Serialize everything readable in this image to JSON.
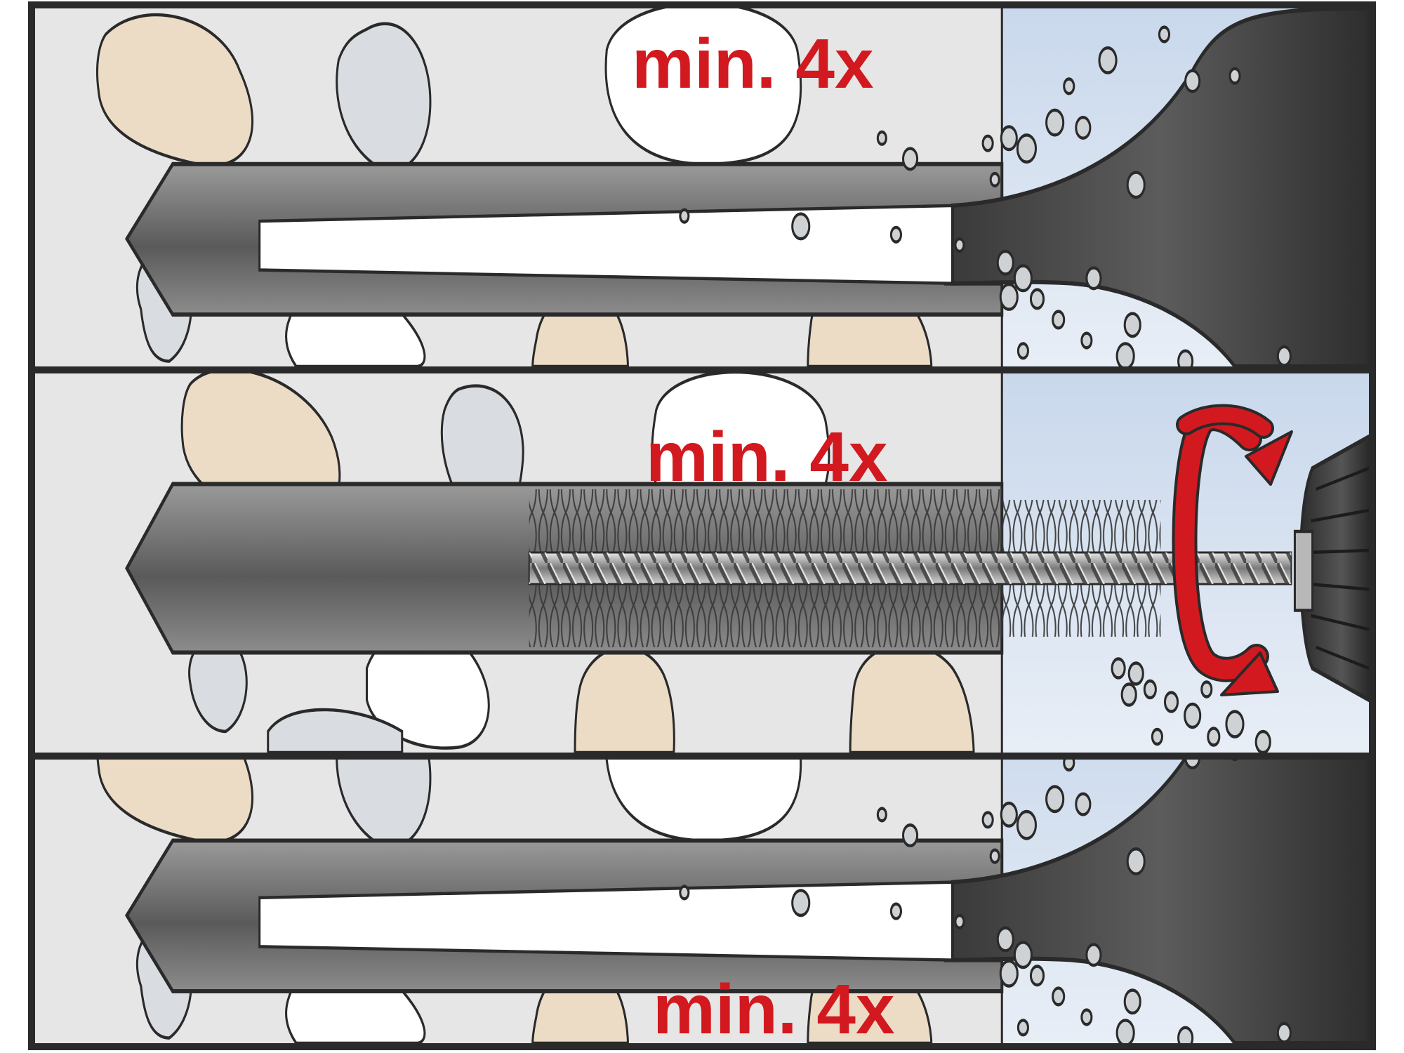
{
  "figure": {
    "panels": [
      {
        "id": "blow-out-1",
        "step": "air blow-out with hand pump",
        "label": "min. 4x"
      },
      {
        "id": "brush-out",
        "step": "brushing with rotating wire brush",
        "label": "min. 4x"
      },
      {
        "id": "blow-out-2",
        "step": "air blow-out with hand pump",
        "label": "min. 4x"
      }
    ]
  },
  "colors": {
    "frame": "#2a2a2a",
    "concrete": "#e6e6e6",
    "air": "#cfdcec",
    "stone_beige": "#ecdcc6",
    "stone_grey": "#d9dde2",
    "stone_white": "#ffffff",
    "hole": "#6a6a6a",
    "pump": "#4a4a4a",
    "accent_red": "#d2191f",
    "particle": "#cfd2d4"
  },
  "icons": {
    "rotation": "clockwise-rotation-arrow-icon",
    "pump": "blow-out-pump-icon",
    "brush": "wire-brush-icon"
  }
}
